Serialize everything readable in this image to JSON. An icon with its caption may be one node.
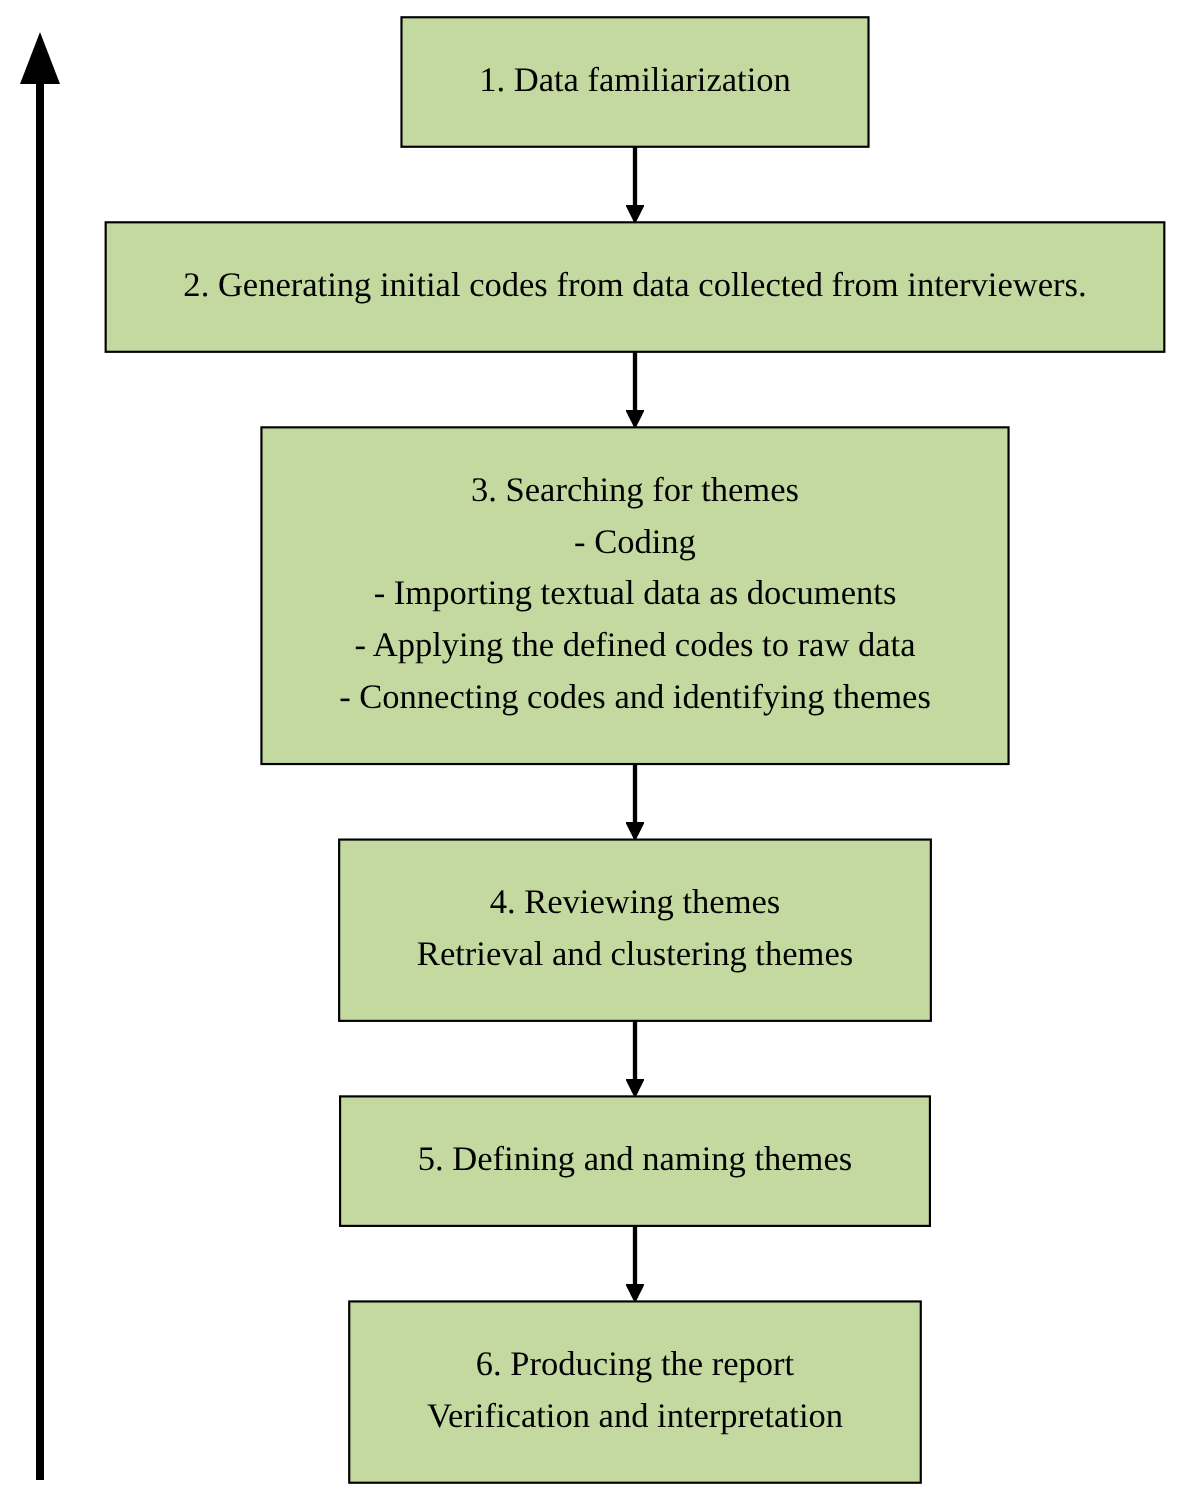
{
  "diagram": {
    "nodes": [
      {
        "text": [
          "1. Data familiarization"
        ]
      },
      {
        "text": [
          "2. Generating initial codes from data collected from interviewers."
        ]
      },
      {
        "text": [
          "3. Searching for themes",
          "- Coding",
          "- Importing textual data as documents",
          "- Applying the defined codes to raw data",
          "- Connecting codes and identifying themes"
        ]
      },
      {
        "text": [
          "4. Reviewing themes",
          "Retrieval and clustering themes"
        ]
      },
      {
        "text": [
          "5. Defining and naming themes"
        ]
      },
      {
        "text": [
          "6. Producing the report",
          "Verification and interpretation"
        ]
      }
    ],
    "edges": [
      {
        "from": 0,
        "to": 1,
        "arrow": "to"
      },
      {
        "from": 1,
        "to": 2,
        "arrow": "to"
      },
      {
        "from": 2,
        "to": 3,
        "arrow": "to"
      },
      {
        "from": 3,
        "to": 4,
        "arrow": "to"
      },
      {
        "from": 4,
        "to": 5,
        "arrow": "to"
      }
    ]
  }
}
